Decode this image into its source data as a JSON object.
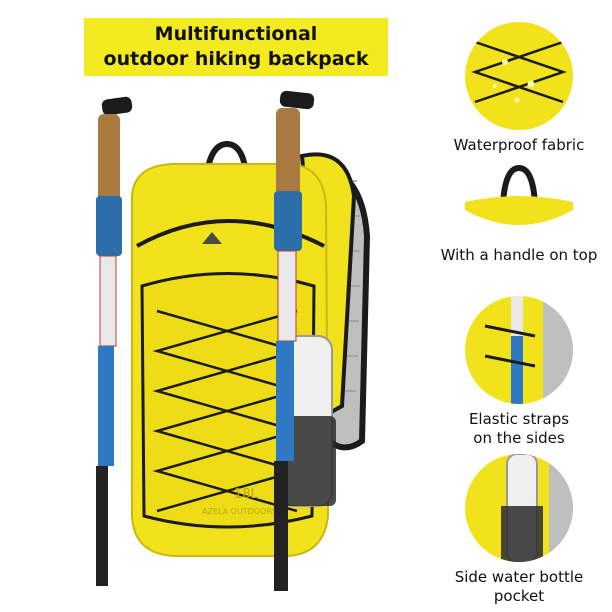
{
  "title": {
    "line1": "Multifunctional",
    "line2": "outdoor hiking backpack"
  },
  "backpack": {
    "size_label": "18L",
    "brand_label": "AZELA OUTDOORS"
  },
  "features": [
    {
      "line1": "Waterproof fabric",
      "line2": "",
      "icon": "waterproof-fabric-thumbnail"
    },
    {
      "line1": "With a handle on top",
      "line2": "",
      "icon": "top-handle-thumbnail"
    },
    {
      "line1": "Elastic straps",
      "line2": "on the sides",
      "icon": "elastic-straps-thumbnail"
    },
    {
      "line1": "Side water bottle",
      "line2": "pocket",
      "icon": "bottle-pocket-thumbnail"
    }
  ],
  "colors": {
    "backpack_yellow": "#f2e21b",
    "title_band": "#f3ea1f",
    "pole_blue": "#2f79c4",
    "strap_black": "#1b1b1b"
  }
}
